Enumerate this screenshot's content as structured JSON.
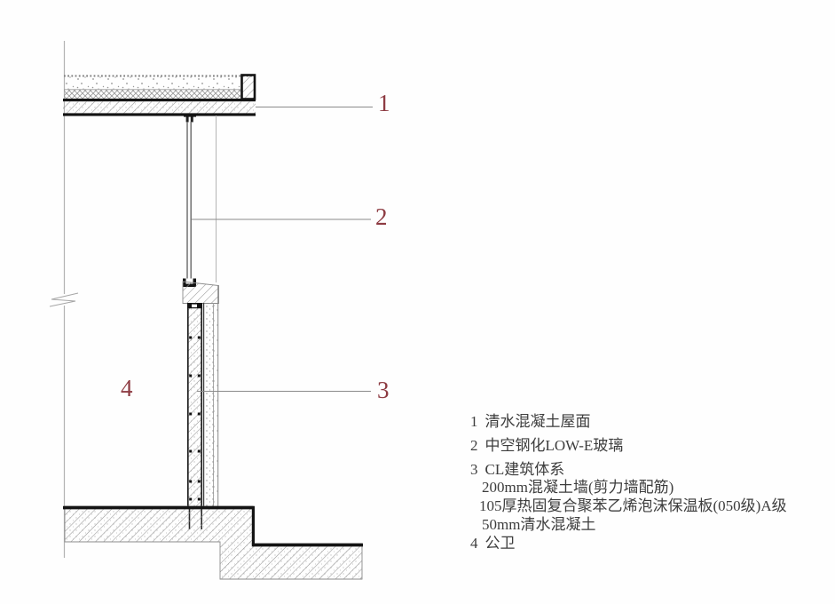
{
  "callouts": [
    {
      "label": "1"
    },
    {
      "label": "2"
    },
    {
      "label": "3"
    },
    {
      "label": "4"
    }
  ],
  "legend": {
    "items": [
      {
        "num": "1",
        "text": "清水混凝土屋面"
      },
      {
        "num": "2",
        "text": "中空钢化LOW-E玻璃"
      },
      {
        "num": "3",
        "text": "CL建筑体系",
        "sub": [
          "200mm混凝土墙(剪力墙配筋)",
          "105厚热固复合聚苯乙烯泡沫保温板(050级)A级",
          "50mm清水混凝土"
        ]
      },
      {
        "num": "4",
        "text": "公卫"
      }
    ]
  },
  "materials": {
    "roof_top_layer": "stipple-concrete-topping",
    "roof_mid_layer": "crosshatch-insulation",
    "roof_slab": "diagonal-hatch-structural-slab",
    "wall_inner": "reinforced-concrete-with-rebar-dots",
    "wall_mid": "foam-insulation-board",
    "wall_outer": "fair-faced-concrete-facing",
    "floor": "diagonal-hatch-concrete-slab"
  },
  "colors": {
    "callout_red": "#8d3b42",
    "ink_black": "#141414",
    "hatch_gray": "#979797",
    "leader_gray": "#8a8a8a",
    "legend_text": "#3d3d3d"
  }
}
